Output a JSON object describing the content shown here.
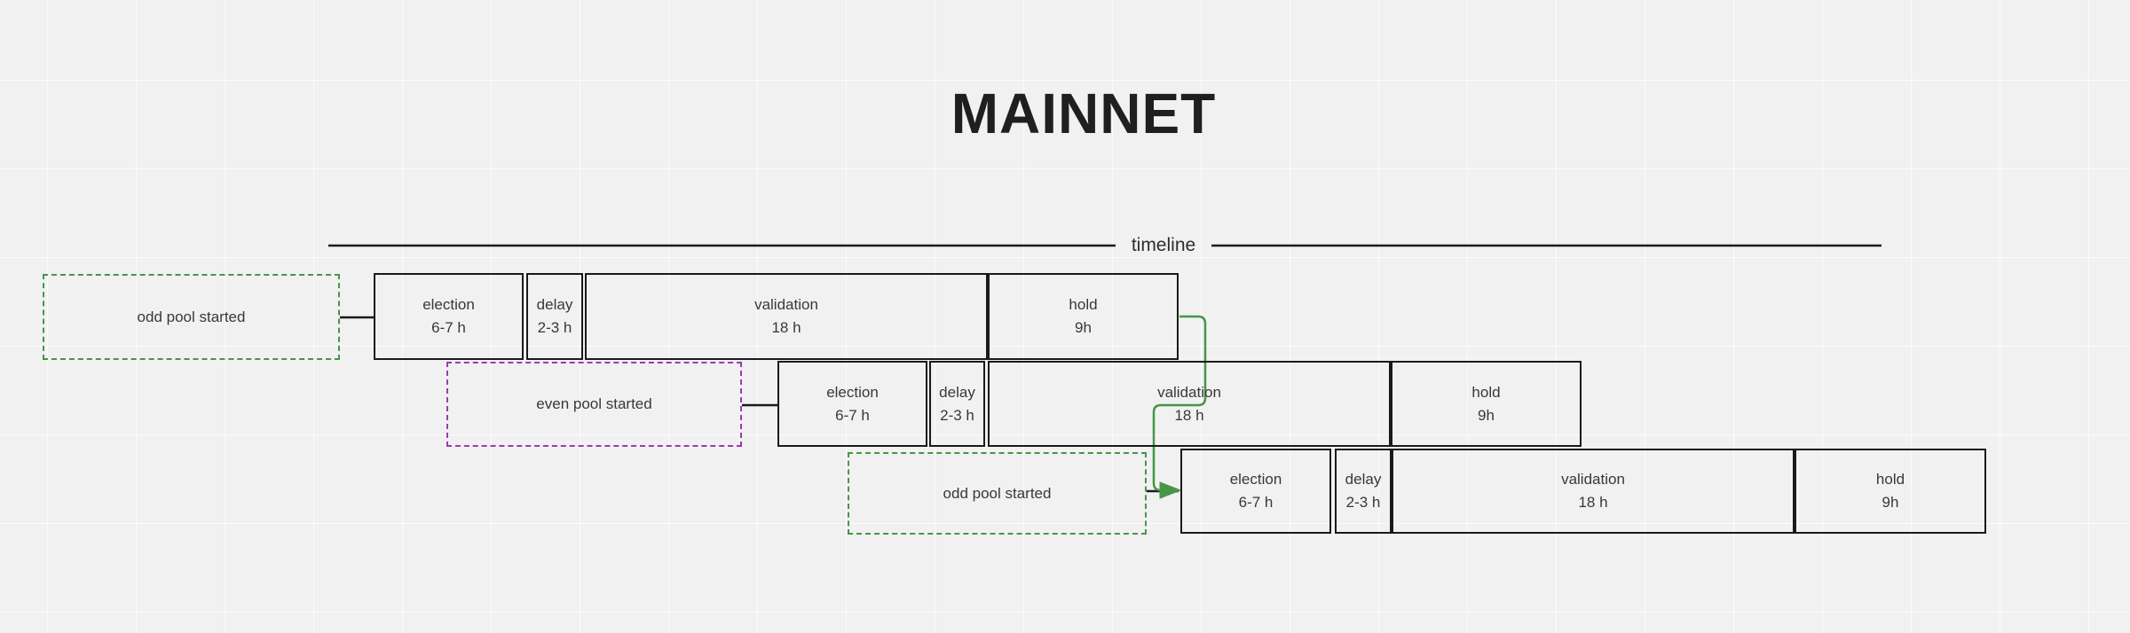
{
  "diagram": {
    "title": "MAINNET",
    "timeline_label": "timeline",
    "colors": {
      "stroke": "#1a1a1a",
      "green": "#469646",
      "purple": "#9e3ab0",
      "background": "#f1f1f2"
    },
    "pools": [
      {
        "trigger": "odd pool started",
        "trigger_color": "#469646",
        "stages": [
          {
            "name": "election",
            "duration": "6-7 h"
          },
          {
            "name": "delay",
            "duration": "2-3 h"
          },
          {
            "name": "validation",
            "duration": "18 h"
          },
          {
            "name": "hold",
            "duration": "9h"
          }
        ]
      },
      {
        "trigger": "even pool started",
        "trigger_color": "#9e3ab0",
        "stages": [
          {
            "name": "election",
            "duration": "6-7 h"
          },
          {
            "name": "delay",
            "duration": "2-3 h"
          },
          {
            "name": "validation",
            "duration": "18 h"
          },
          {
            "name": "hold",
            "duration": "9h"
          }
        ]
      },
      {
        "trigger": "odd pool started",
        "trigger_color": "#469646",
        "stages": [
          {
            "name": "election",
            "duration": "6-7 h"
          },
          {
            "name": "delay",
            "duration": "2-3 h"
          },
          {
            "name": "validation",
            "duration": "18 h"
          },
          {
            "name": "hold",
            "duration": "9h"
          }
        ]
      }
    ]
  }
}
